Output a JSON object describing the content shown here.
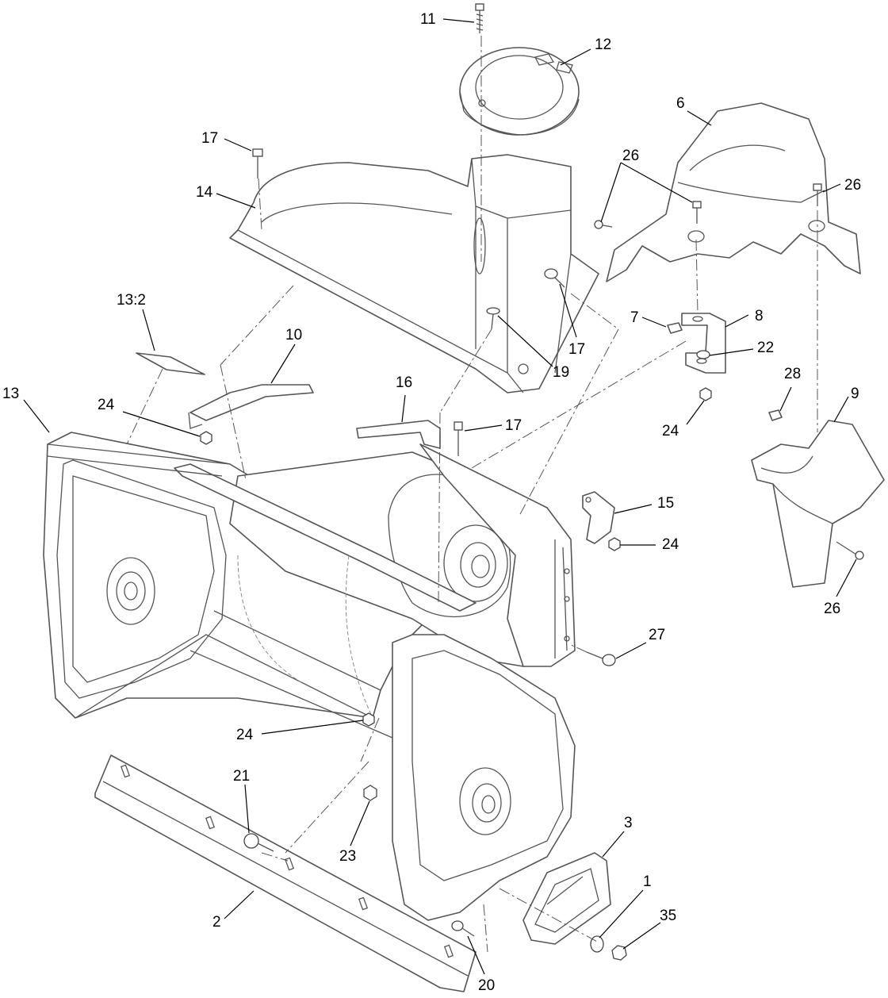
{
  "callouts": [
    {
      "id": "c11",
      "text": "11"
    },
    {
      "id": "c12",
      "text": "12"
    },
    {
      "id": "c6",
      "text": "6"
    },
    {
      "id": "c17a",
      "text": "17"
    },
    {
      "id": "c26a",
      "text": "26"
    },
    {
      "id": "c26b",
      "text": "26"
    },
    {
      "id": "c14",
      "text": "14"
    },
    {
      "id": "c13_2",
      "text": "13:2"
    },
    {
      "id": "c10",
      "text": "10"
    },
    {
      "id": "c7",
      "text": "7"
    },
    {
      "id": "c8",
      "text": "8"
    },
    {
      "id": "c17b",
      "text": "17"
    },
    {
      "id": "c22",
      "text": "22"
    },
    {
      "id": "c19",
      "text": "19"
    },
    {
      "id": "c28",
      "text": "28"
    },
    {
      "id": "c9",
      "text": "9"
    },
    {
      "id": "c13",
      "text": "13"
    },
    {
      "id": "c24a",
      "text": "24"
    },
    {
      "id": "c16",
      "text": "16"
    },
    {
      "id": "c24b",
      "text": "24"
    },
    {
      "id": "c17c",
      "text": "17"
    },
    {
      "id": "c15",
      "text": "15"
    },
    {
      "id": "c24c",
      "text": "24"
    },
    {
      "id": "c26c",
      "text": "26"
    },
    {
      "id": "c27",
      "text": "27"
    },
    {
      "id": "c24d",
      "text": "24"
    },
    {
      "id": "c21",
      "text": "21"
    },
    {
      "id": "c23",
      "text": "23"
    },
    {
      "id": "c3",
      "text": "3"
    },
    {
      "id": "c1",
      "text": "1"
    },
    {
      "id": "c35",
      "text": "35"
    },
    {
      "id": "c2",
      "text": "2"
    },
    {
      "id": "c20",
      "text": "20"
    }
  ]
}
